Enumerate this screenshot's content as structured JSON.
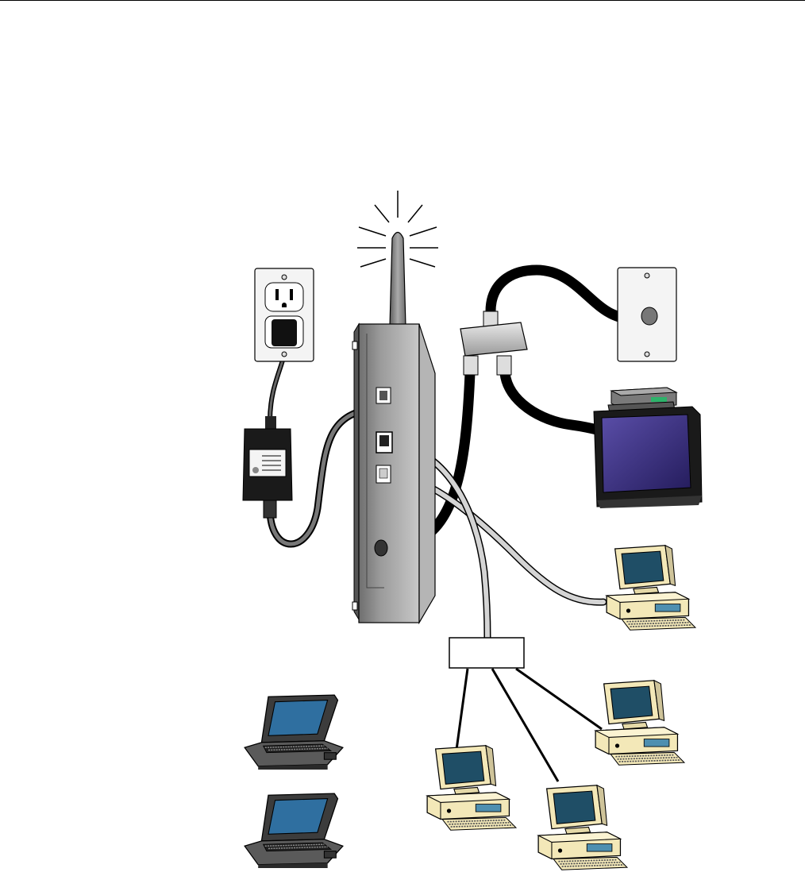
{
  "diagram": {
    "hub_label": "",
    "components": {
      "router": "wireless-router",
      "antenna": "antenna",
      "power_outlet": "power-outlet",
      "power_adapter": "power-adapter",
      "coax_wall_plate": "coax-wall-plate",
      "coax_splitter": "coax-splitter",
      "television": "television",
      "set_top_box": "set-top-box",
      "hub": "ethernet-hub",
      "desktop_computers": 4,
      "laptop_computers": 2
    },
    "colors": {
      "coax_cable": "#000000",
      "ethernet_cable": "#d4d4d4",
      "power_cable": "#555555",
      "router_body": "#8c8c8c",
      "monitor_screen": "#1f4e66",
      "tv_screen": "#3a2f7a",
      "computer_case": "#f3e8b8"
    }
  }
}
